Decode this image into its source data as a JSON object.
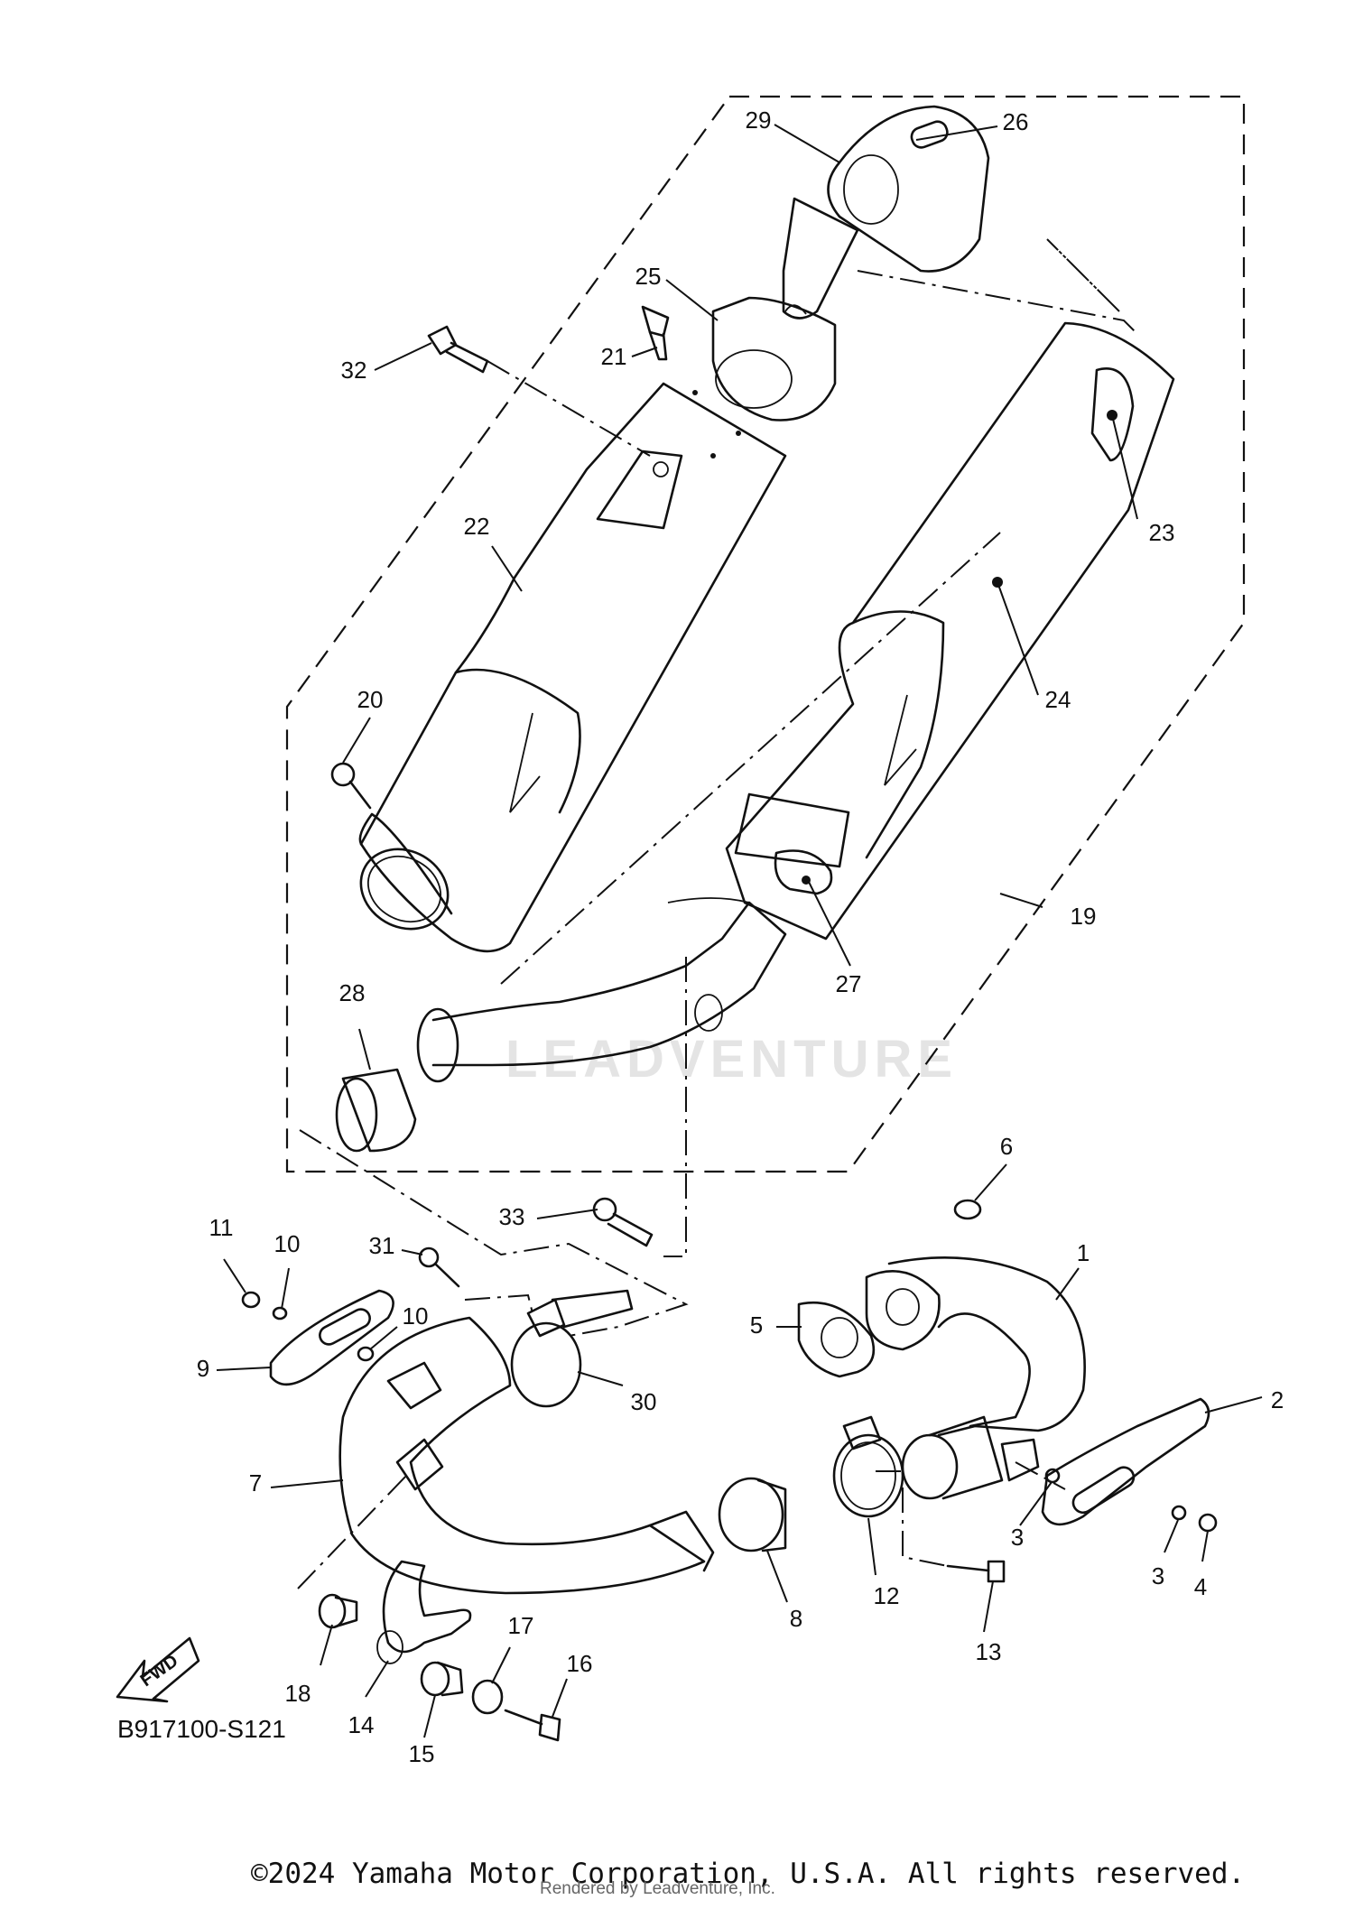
{
  "diagram": {
    "code": "B917100-S121",
    "fwd_label": "FWD",
    "watermark": "LEADVENTURE",
    "copyright": "©2024 Yamaha Motor Corporation, U.S.A. All rights reserved.",
    "rendered_by": "Rendered by Leadventure, Inc."
  },
  "callouts": {
    "c1": "1",
    "c2": "2",
    "c3a": "3",
    "c3b": "3",
    "c4": "4",
    "c5": "5",
    "c6": "6",
    "c7": "7",
    "c8": "8",
    "c9": "9",
    "c10a": "10",
    "c10b": "10",
    "c11": "11",
    "c12": "12",
    "c13": "13",
    "c14": "14",
    "c15": "15",
    "c16": "16",
    "c17": "17",
    "c18": "18",
    "c19": "19",
    "c20": "20",
    "c21": "21",
    "c22": "22",
    "c23": "23",
    "c24": "24",
    "c25": "25",
    "c26": "26",
    "c27": "27",
    "c28": "28",
    "c29": "29",
    "c30": "30",
    "c31": "31",
    "c32": "32",
    "c33": "33"
  }
}
